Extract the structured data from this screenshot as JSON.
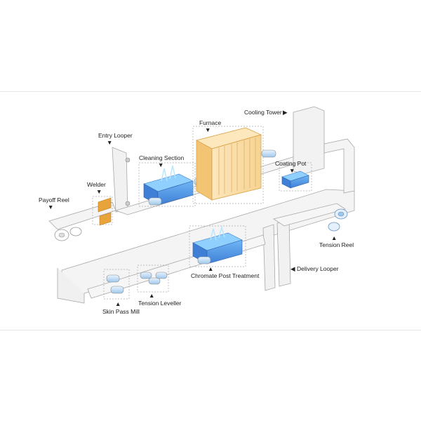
{
  "labels": {
    "payoff_reel": "Payoff Reel",
    "welder": "Welder",
    "entry_looper": "Entry Looper",
    "cleaning_section": "Cleaning Section",
    "furnace": "Furnace",
    "cooling_tower": "Cooling Tower",
    "coating_pot": "Coating Pot",
    "tension_reel": "Tension Reel",
    "delivery_looper": "Delivery Looper",
    "chromate_post_treatment": "Chromate Post Treatment",
    "tension_leveller": "Tension Leveller",
    "skin_pass_mill": "Skin Pass Mill"
  },
  "colors": {
    "strip_fill": "#f3f3f3",
    "strip_stroke": "#a8a8a8",
    "tank_blue": "#3f7fd6",
    "tank_light": "#8fd0ff",
    "furnace_orange": "#f3c473",
    "furnace_light": "#fde7bd",
    "welder_orange": "#e8a33a"
  }
}
